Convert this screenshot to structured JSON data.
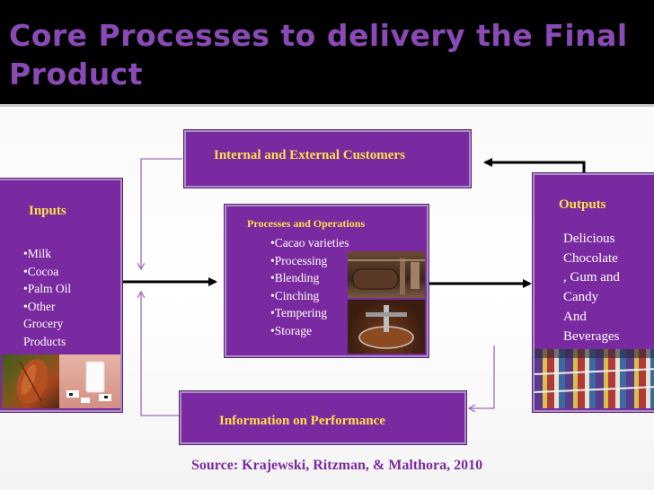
{
  "slide": {
    "title": "Core Processes to delivery the Final Product"
  },
  "customers_box": {
    "label": "Internal and External Customers"
  },
  "performance_box": {
    "label": "Information on Performance"
  },
  "inputs_box": {
    "label": "Inputs",
    "items": [
      "•Milk",
      "•Cocoa",
      "•Palm Oil",
      "•Other",
      "Grocery",
      "Products"
    ]
  },
  "processes_box": {
    "label": "Processes and Operations",
    "items": [
      "•Cacao varieties",
      "•Processing",
      "•Blending",
      "•Cinching",
      "•Tempering",
      "•Storage"
    ]
  },
  "outputs_box": {
    "label": "Outputs",
    "items": [
      "Delicious",
      "Chocolate",
      ", Gum and",
      "Candy",
      "And",
      "Beverages"
    ]
  },
  "source": "Source: Krajewski, Ritzman, & Malthora, 2010",
  "colors": {
    "title": "#8a4ab6",
    "box_fill": "#7a2aa0",
    "box_label": "#fde04a",
    "source_text": "#7a2aa0",
    "feedback_line": "#9b6cc4"
  }
}
